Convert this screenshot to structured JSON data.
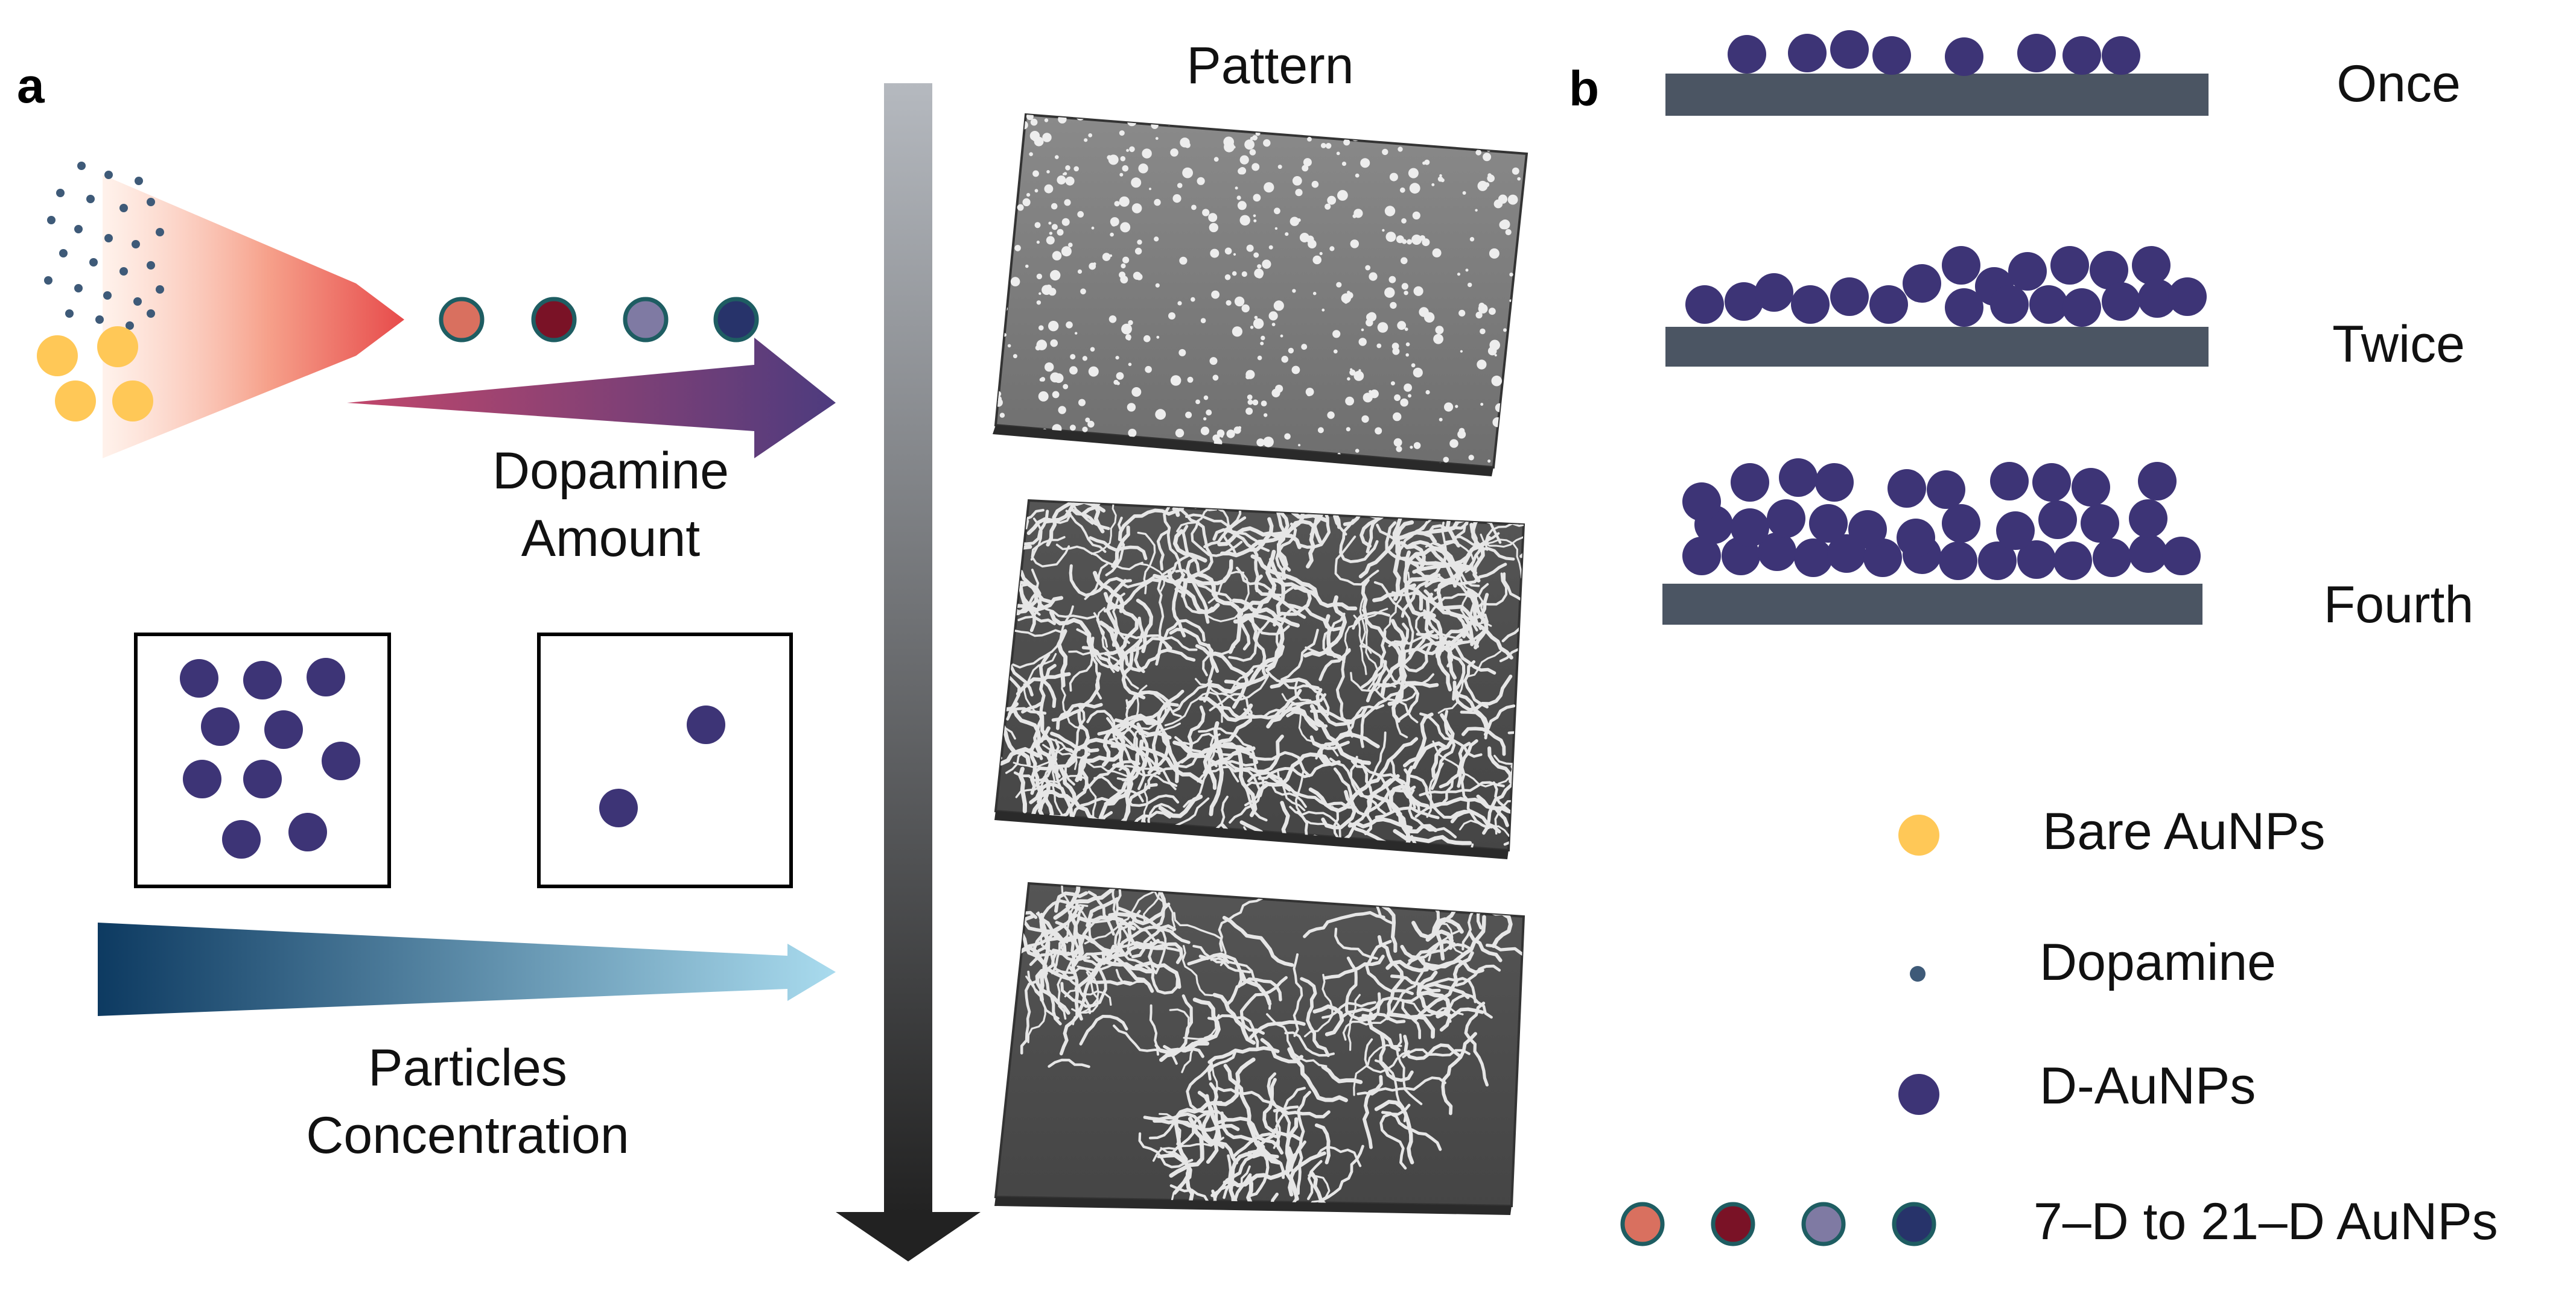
{
  "panel_a": {
    "letter": "a",
    "arrow1_label_line1": "Dopamine",
    "arrow1_label_line2": "Amount",
    "arrow2_label_line1": "Particles",
    "arrow2_label_line2": "Concentration",
    "pattern_title": "Pattern",
    "images": [
      "sem-sparse-dots",
      "sem-dense-network",
      "sem-sparse-network"
    ]
  },
  "panel_b": {
    "letter": "b",
    "rows": [
      {
        "label": "Once"
      },
      {
        "label": "Twice"
      },
      {
        "label": "Fourth"
      }
    ]
  },
  "legend": [
    {
      "label": "Bare AuNPs",
      "kind": "bare"
    },
    {
      "label": "Dopamine",
      "kind": "dopamine"
    },
    {
      "label": "D-AuNPs",
      "kind": "d-aunp"
    },
    {
      "label": "7–D to 21–D AuNPs",
      "kind": "variants"
    }
  ],
  "colors": {
    "bare_aunp": "#FFC857",
    "dopamine": "#3E5A78",
    "d_aunp": "#3D3476",
    "substrate": "#4B5563",
    "variant_1": "#D9705F",
    "variant_2": "#7A1226",
    "variant_3": "#7F7AA3",
    "variant_4": "#27336A",
    "variant_outline": "#1E5D62",
    "dopamine_arrow_start": "#C2476B",
    "dopamine_arrow_end": "#4D3B7E",
    "concentration_arrow_start": "#0D3A61",
    "concentration_arrow_end": "#A9DBEE",
    "spray_start": "#E74B4B",
    "vertical_arrow_top": "#B5B9BF",
    "vertical_arrow_bottom": "#222222"
  }
}
